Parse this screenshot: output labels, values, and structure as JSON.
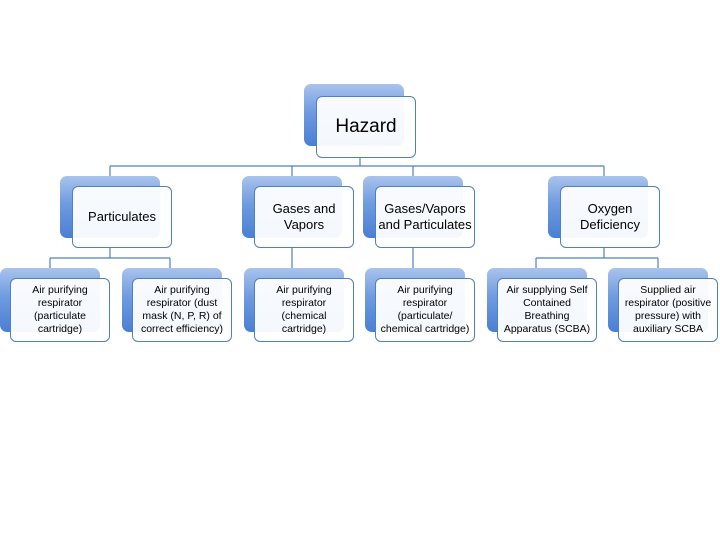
{
  "root": {
    "label": "Hazard"
  },
  "categories": [
    {
      "label": "Particulates",
      "children": [
        "Air purifying respirator (particulate cartridge)",
        "Air purifying respirator (dust mask (N, P, R) of correct efficiency)"
      ]
    },
    {
      "label": "Gases and Vapors",
      "children": [
        "Air purifying respirator (chemical cartridge)"
      ]
    },
    {
      "label": "Gases/Vapors and Particulates",
      "children": [
        "Air purifying respirator (particulate/ chemical cartridge)"
      ]
    },
    {
      "label": "Oxygen Deficiency",
      "children": [
        "Air supplying Self Contained Breathing Apparatus (SCBA)",
        "Supplied air respirator (positive pressure) with auxiliary SCBA"
      ]
    }
  ],
  "colors": {
    "node_fill": "#6f9be0",
    "node_border": "#4f81bd",
    "connector": "#4f81bd"
  }
}
